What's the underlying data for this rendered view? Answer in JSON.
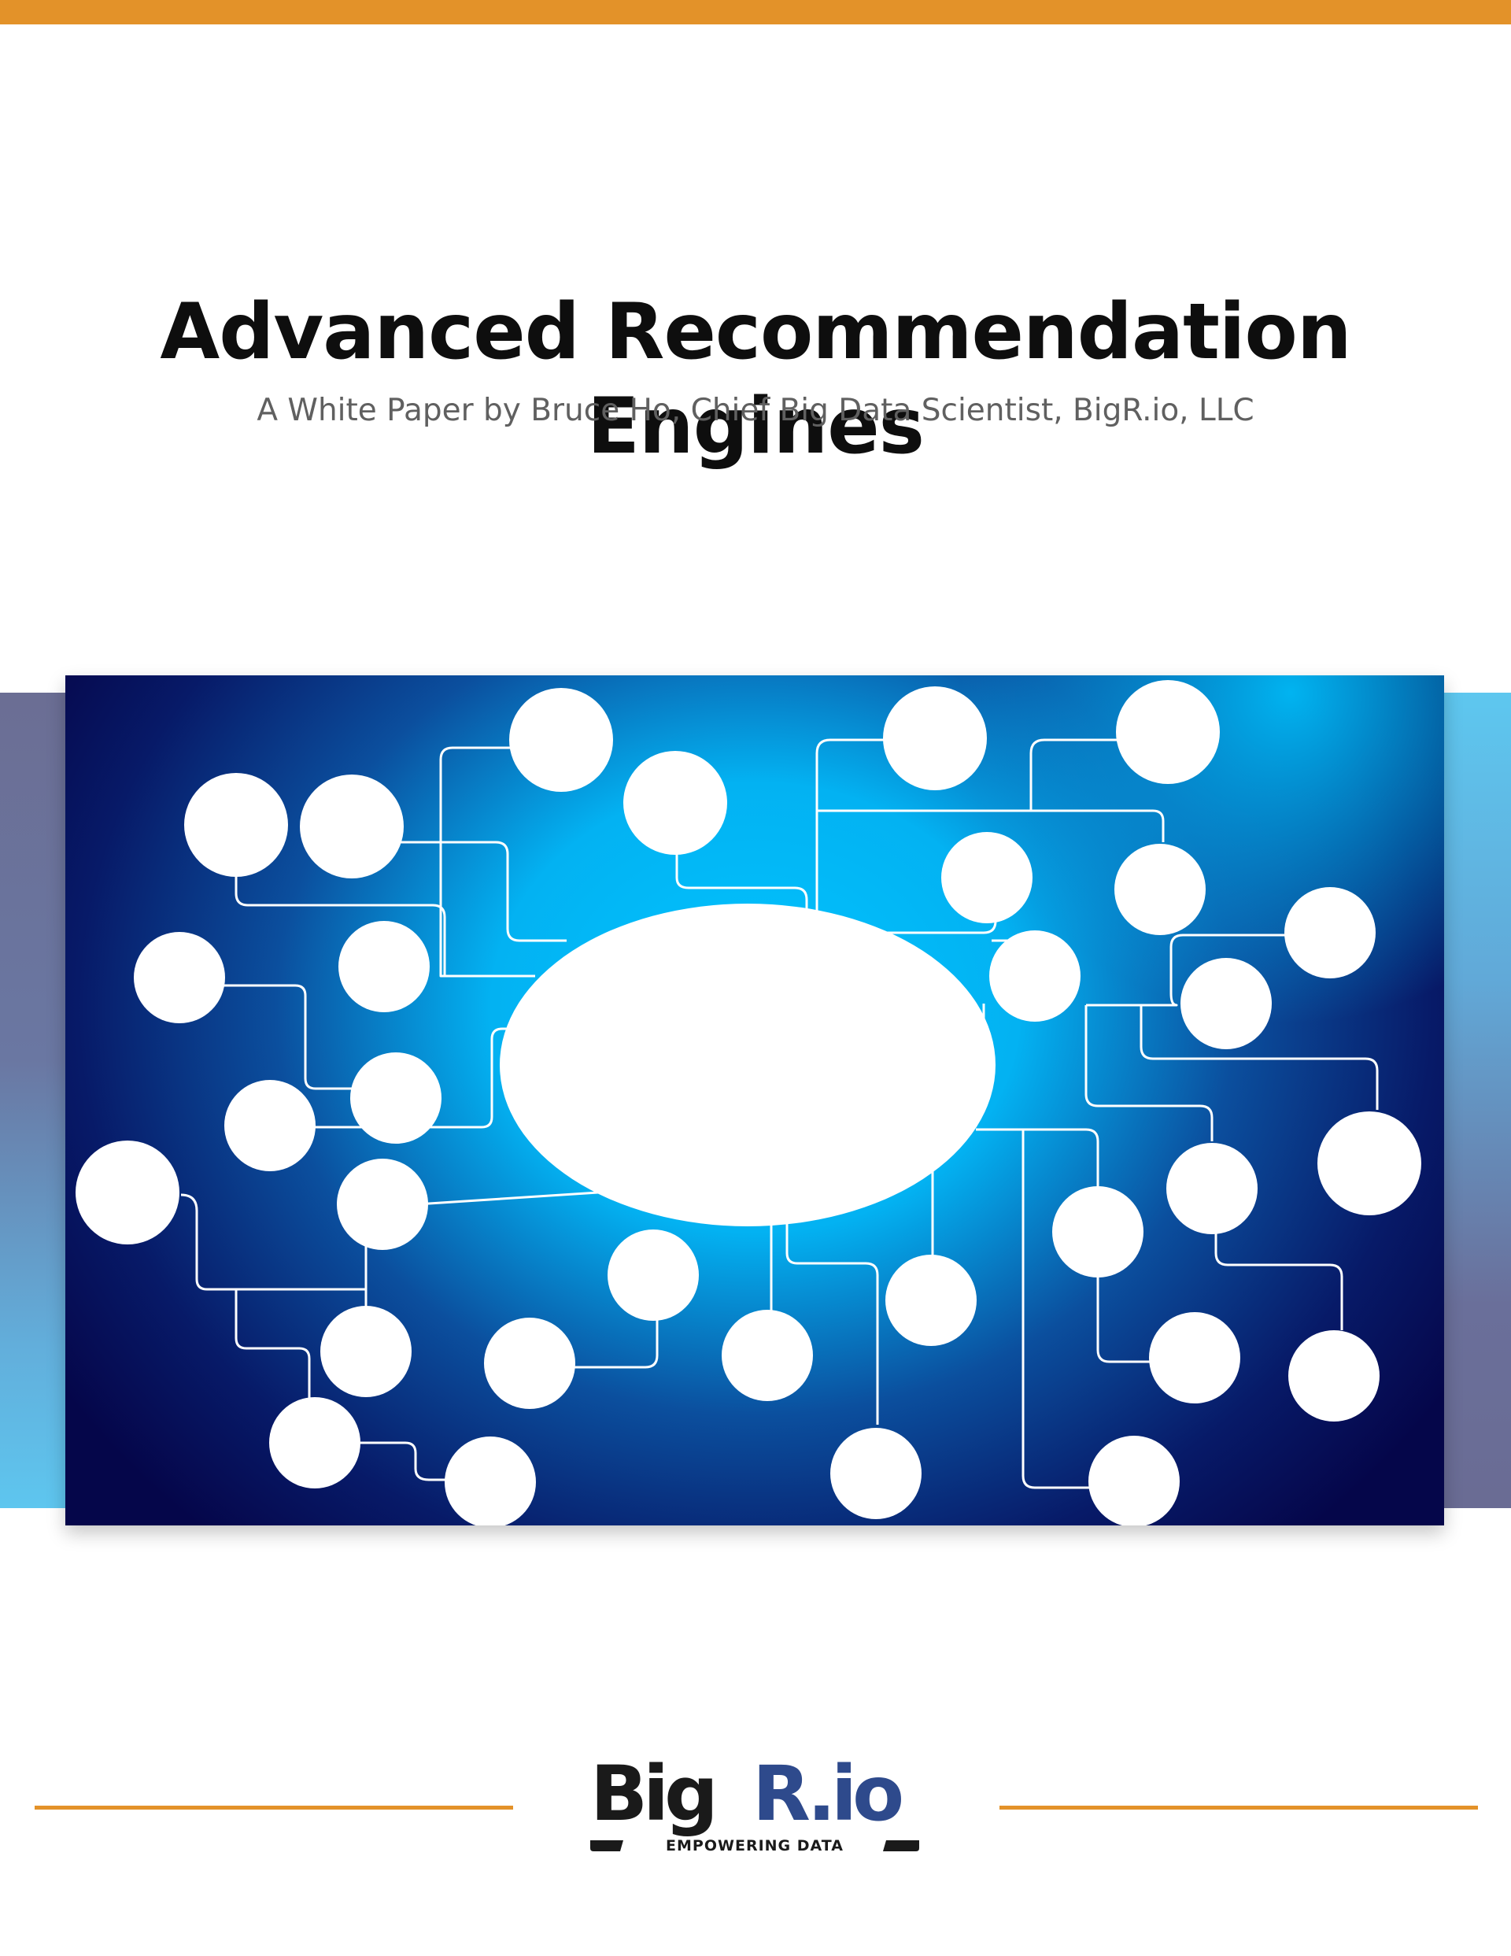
{
  "document": {
    "title": "Advanced Recommendation Engines",
    "subtitle": "A White Paper by Bruce Ho, Chief Big Data Scientist, BigR.io, LLC"
  },
  "hero_image": {
    "icon": "network-diagram-icon"
  },
  "logo": {
    "name_part1": "Big",
    "name_part2": "R.io",
    "tagline": "EMPOWERING DATA"
  },
  "colors": {
    "accent": "#e39229",
    "logo_dark": "#1a1a1a",
    "logo_blue": "#2e4a8c",
    "hero_dark": "#05064a",
    "hero_light": "#00c0ff"
  }
}
